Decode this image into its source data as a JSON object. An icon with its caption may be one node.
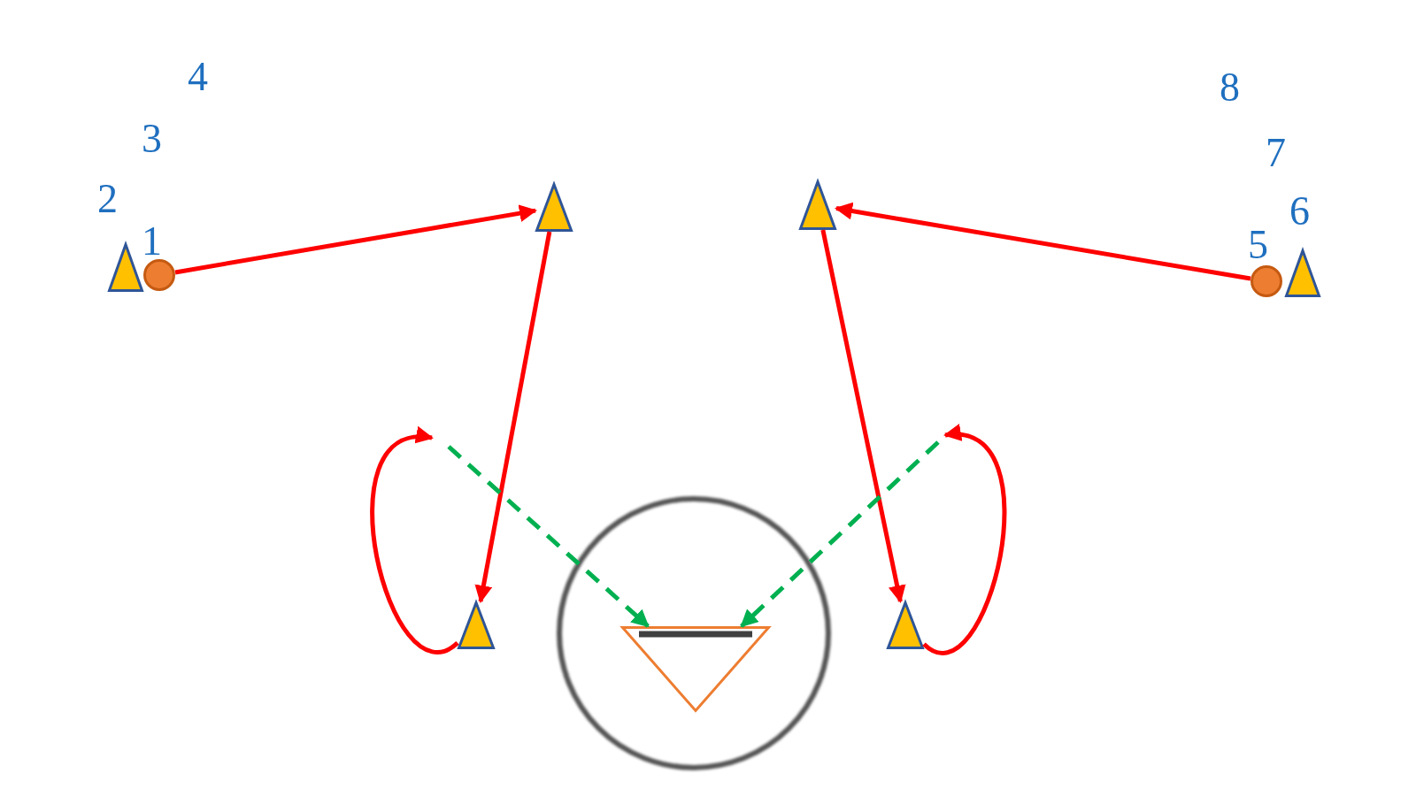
{
  "diagram": {
    "nodes": [
      {
        "text": [],
        "shape": "triangle"
      },
      {
        "text": [],
        "shape": "circle"
      },
      {
        "text": [],
        "shape": "triangle"
      },
      {
        "text": [],
        "shape": "triangle"
      },
      {
        "text": [],
        "shape": "circle"
      },
      {
        "text": [],
        "shape": "triangle",
        "in": 4
      },
      {
        "text": [],
        "shape": "triangle"
      },
      {
        "text": [],
        "shape": "triangle"
      },
      {
        "text": [],
        "shape": "circle"
      },
      {
        "text": [],
        "shape": "triangle"
      }
    ],
    "edges": [
      {
        "from": 1,
        "to": 3,
        "arrow": "to"
      },
      {
        "from": 3,
        "to": 2,
        "arrow": "to"
      },
      {
        "from": 2,
        "to": null,
        "arrow": "to"
      },
      {
        "from": null,
        "to": 5,
        "arrow": "to",
        "style": "dashed",
        "color": "#00b050"
      },
      {
        "from": 8,
        "to": 6,
        "arrow": "to"
      },
      {
        "from": 6,
        "to": 7,
        "arrow": "to"
      },
      {
        "from": 7,
        "to": null,
        "arrow": "to"
      },
      {
        "from": null,
        "to": 5,
        "arrow": "to",
        "style": "dashed",
        "color": "#00b050"
      }
    ],
    "labels": [
      "4",
      "8",
      "3",
      "7",
      "2",
      "6",
      "1",
      "5"
    ]
  }
}
